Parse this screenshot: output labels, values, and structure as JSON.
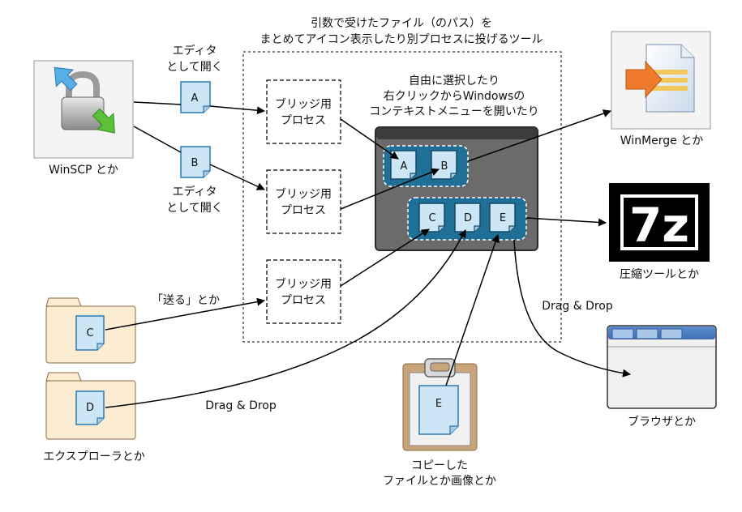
{
  "title": {
    "line1": "引数で受けたファイル（のパス）を",
    "line2": "まとめてアイコン表示したり別プロセスに投げるツール"
  },
  "winscp": {
    "label": "WinSCP とか",
    "icon": "winscp-lock-icon"
  },
  "editor_top": {
    "line1": "エディタ",
    "line2": "として開く"
  },
  "editor_bottom": {
    "line1": "エディタ",
    "line2": "として開く"
  },
  "bridges": [
    {
      "line1": "ブリッジ用",
      "line2": "プロセス"
    },
    {
      "line1": "ブリッジ用",
      "line2": "プロセス"
    },
    {
      "line1": "ブリッジ用",
      "line2": "プロセス"
    }
  ],
  "selection_note": {
    "line1": "自由に選択したり",
    "line2": "右クリックからWindowsの",
    "line3": "コンテキストメニューを開いたり"
  },
  "files": {
    "a": "A",
    "b": "B",
    "c": "C",
    "d": "D",
    "e": "E"
  },
  "winmerge": {
    "label": "WinMerge とか",
    "icon": "winmerge-icon"
  },
  "sevenzip": {
    "label": "圧縮ツールとか",
    "icon": "7zip-icon",
    "logo_text": "7z"
  },
  "browser": {
    "label": "ブラウザとか",
    "icon": "browser-window-icon"
  },
  "explorer": {
    "label": "エクスプローラとか",
    "icon": "folder-icon"
  },
  "send_to": "「送る」とか",
  "drag_drop_left": "Drag & Drop",
  "drag_drop_right": "Drag & Drop",
  "clipboard": {
    "line1": "コピーした",
    "line2": "ファイルとか画像とか",
    "icon": "clipboard-icon"
  },
  "colors": {
    "file_icon_fill": "#cde6f5",
    "file_icon_stroke": "#2a7ab0",
    "tool_window": "#6b6b6b",
    "group_fill": "#1f6f96",
    "folder_fill": "#fbecd2",
    "clipboard_frame": "#c9a57c"
  }
}
